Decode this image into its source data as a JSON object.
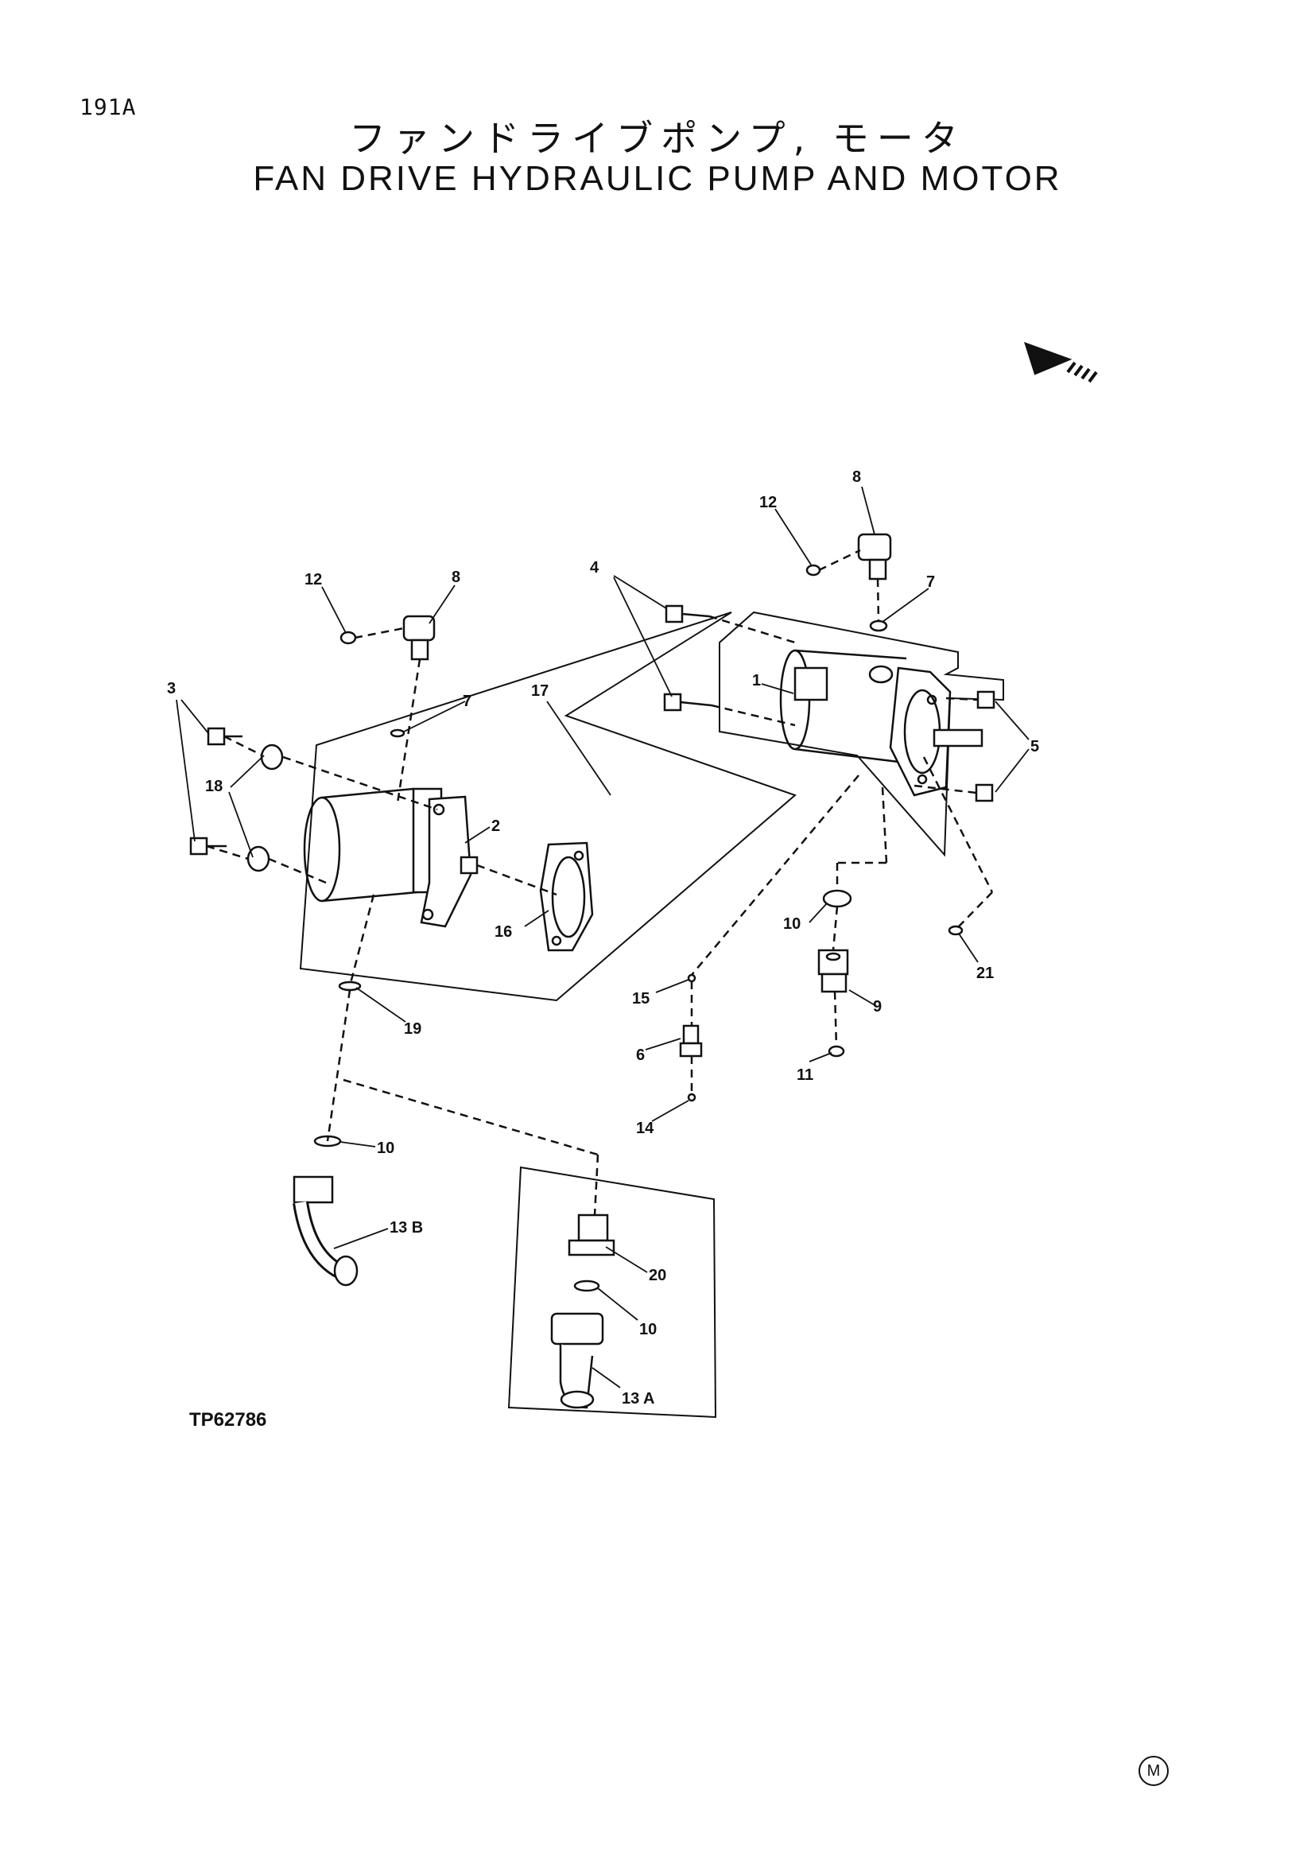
{
  "page": {
    "code": "191A",
    "title_ja": "ファンドライブポンプ, モータ",
    "title_en": "FAN DRIVE HYDRAULIC PUMP AND MOTOR",
    "drawing_no": "TP62786",
    "mark": "M"
  },
  "callouts": {
    "c1": "1",
    "c2": "2",
    "c3": "3",
    "c4": "4",
    "c5": "5",
    "c6": "6",
    "c7a": "7",
    "c7b": "7",
    "c8a": "8",
    "c8b": "8",
    "c9": "9",
    "c10a": "10",
    "c10b": "10",
    "c10c": "10",
    "c11": "11",
    "c12a": "12",
    "c12b": "12",
    "c13a": "13 A",
    "c13b": "13 B",
    "c14": "14",
    "c15": "15",
    "c16": "16",
    "c17": "17",
    "c18": "18",
    "c19": "19",
    "c20": "20",
    "c21": "21"
  },
  "icons": {
    "front_arrow": "front-direction-arrow-icon"
  }
}
